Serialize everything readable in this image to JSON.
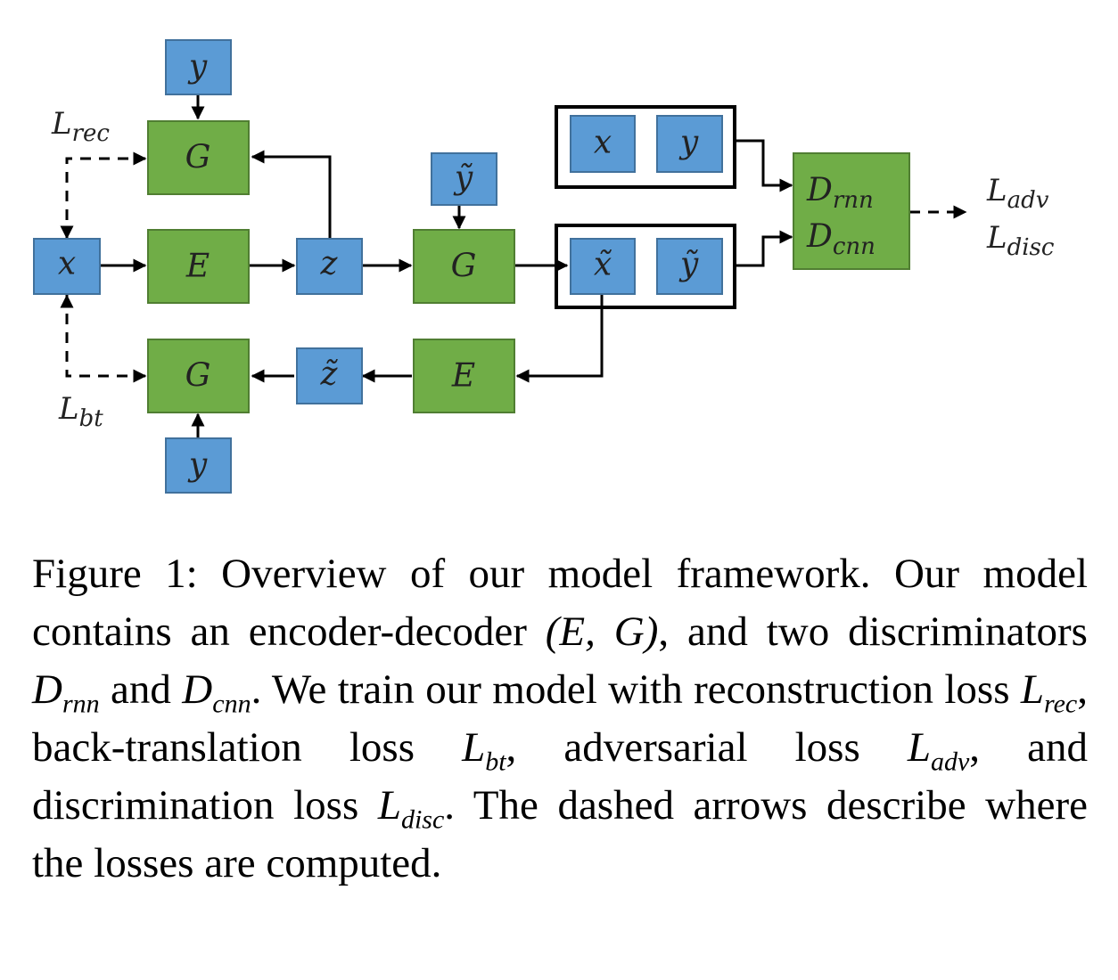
{
  "diagram": {
    "nodes": {
      "y_top": "y",
      "g_top": "G",
      "x_input": "x",
      "e_mid": "E",
      "z_mid": "z",
      "y_tilde_top": "ỹ",
      "g_mid": "G",
      "x_real": "x",
      "y_real": "y",
      "x_tilde": "x̃",
      "y_tilde_right": "ỹ",
      "d_rnn": "D",
      "d_rnn_sub": "rnn",
      "d_cnn": "D",
      "d_cnn_sub": "cnn",
      "g_bottom": "G",
      "z_tilde": "z̃",
      "e_bottom": "E",
      "y_bottom": "y"
    },
    "losses": {
      "rec": "L",
      "rec_sub": "rec",
      "bt": "L",
      "bt_sub": "bt",
      "adv": "L",
      "adv_sub": "adv",
      "disc": "L",
      "disc_sub": "disc"
    },
    "colors": {
      "blue_node": "#5b9bd5",
      "green_node": "#70ad47",
      "node_border": "#41719c",
      "green_border": "#507e32"
    }
  },
  "caption": {
    "p1": "Figure 1:  Overview of our model framework.  Our model contains an encoder-decoder ",
    "m1": "(E, G)",
    "p2": ", and two discriminators ",
    "m2": "D",
    "m2_sub": "rnn",
    "p3": " and ",
    "m3": "D",
    "m3_sub": "cnn",
    "p4": ".  We train our model with reconstruction loss ",
    "m4": "L",
    "m4_sub": "rec",
    "p5": ", back-translation loss ",
    "m5": "L",
    "m5_sub": "bt",
    "p6": ", adversarial loss ",
    "m6": "L",
    "m6_sub": "adv",
    "p7": ", and discrimination loss ",
    "m7": "L",
    "m7_sub": "disc",
    "p8": ".  The dashed arrows describe where the losses are computed."
  }
}
